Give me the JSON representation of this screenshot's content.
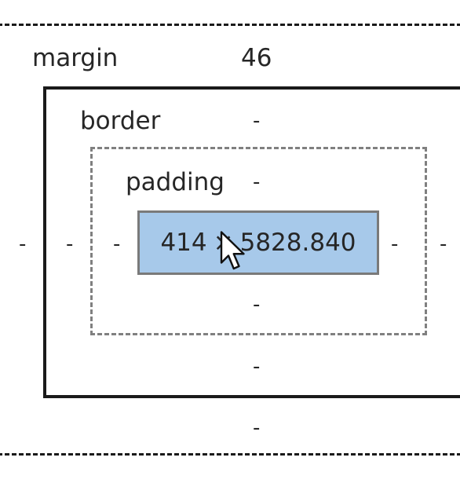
{
  "box_model": {
    "margin": {
      "label": "margin",
      "top": "46",
      "bottom": "-",
      "left": "-",
      "right": "-"
    },
    "border": {
      "label": "border",
      "top": "-",
      "bottom": "-",
      "left": "-",
      "right": "-"
    },
    "padding": {
      "label": "padding",
      "top": "-",
      "bottom": "-",
      "left": "-",
      "right": "-"
    },
    "content": {
      "width": "414",
      "separator": "×",
      "height": "5828.840"
    }
  },
  "colors": {
    "content_fill": "#a7c9ea",
    "content_border": "#7a7a7a",
    "padding_border": "#808080",
    "border_line": "#1a1a1a"
  },
  "icons": {
    "cursor": "mouse-pointer-icon"
  }
}
